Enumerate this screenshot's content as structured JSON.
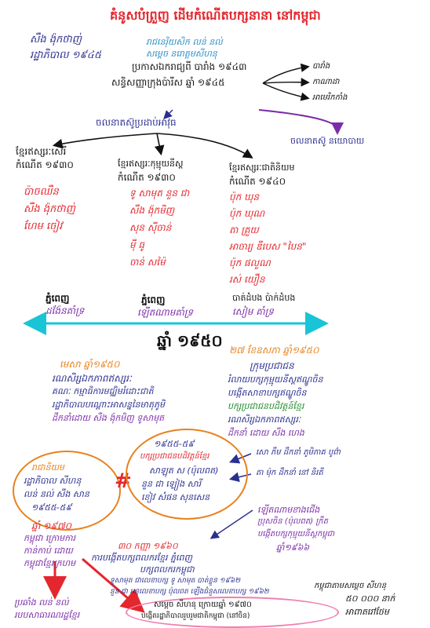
{
  "title": "គំនូសបំព្រួញ ដើមកំណើតបក្សនានា នៅកម្ពុជា",
  "top_left": {
    "line1": "សឺង ង៉ុកថាញ់",
    "line2": "រដ្ឋាភិបាល ១៩៤៥"
  },
  "top_center": {
    "line1": "រាជនេរ៉ិយសិក លន់ នល់",
    "line2": "សម្តេច នរោត្តមសីហនុ",
    "line3": "ប្រកាសឯករាជ្យពី បារាំង ១៩៤៣",
    "line4": "សន្ធិសញ្ញាក្រុងប៉ារីស ឆ្នាំ ១៩៤៥"
  },
  "right_list": [
    "បារាំង",
    "កាណាដា",
    "អាមេរិកកាំង"
  ],
  "movement_label": "ចលនាតស៊ូប្រដាប់អាវុធ",
  "movement_politics": "ចលនាតស៊ូ នយោបាយ",
  "groups": [
    {
      "heading": "ខ្មែរឥស្សរៈសេរី",
      "founded": "កំណើត ១៩៣០",
      "members": [
        "ប៉ាចឈឺន",
        "សឺង ង៉ុកថាញ់",
        "ហែម ចៀវ"
      ]
    },
    {
      "heading": "ខ្មែរឥស្សរៈកុម្មុយនីស្ត",
      "founded": "កំណើត ១៩៣០",
      "members": [
        "ទូ សាមុត នួន ជា",
        "សឺង ង៉ុកមិញ",
        "សុន ស៊ីចាន់",
        "ម៉ី ធូ",
        "ចាន់ សម៉ៃ"
      ]
    },
    {
      "heading": "ខ្មែរឥស្សរៈជាតិនិយម",
      "founded": "កំណើត ១៩៤០",
      "members": [
        "ប៉ុក ឃុន",
        "ប៉ុក ឃុណ",
        "តា គ្រួយ",
        "អាចារ្យ ឌីបេស \"បៃន\"",
        "ប៉ុក ផលួណ",
        "រស់ យឿន"
      ]
    }
  ],
  "bottom_cols": [
    {
      "top": "ភ្នំពេញ",
      "bottom": "ដង៉ែនគាំទ្រ"
    },
    {
      "top": "ភ្នំពេញ",
      "bottom": "ឡើតណាមគាំទ្រ"
    },
    {
      "top": "បាត់ដំបង ប៉ាក់ដំបង",
      "bottom": "សៀម គាំទ្រ"
    }
  ],
  "year_center": "ឆ្នាំ ១៩៥០",
  "left_block": {
    "line1": "មេសា ឆ្នាំ១៩៥០",
    "line2": "រណសិរ្សឯកភាពឥស្សរៈ",
    "line3": "គណៈ កម្មាធិការមជ្ឈិមរំដោះជាតិ",
    "line4": "រដ្ឋាភិបាលបណ្តោះអាសន្ននៃមាតុភូមិ",
    "line5": "ដឹកនាំដោយ សឺង ង៉ុកមិញ ទូសាមុត"
  },
  "right_block": {
    "line1": "២៧ ខែឧសភា ឆ្នាំ១៩៥០",
    "line2": "ក្រុមប្រជាជន",
    "line3": "រំលាយបក្សកុម្មុយនីស្តឥណ្ឌូចិន",
    "line4": "បង្កើតសាខាបក្សឥណ្ឌូចិន",
    "line5": "បក្សប្រជាជនបដិវត្តន៍ខ្មែរ",
    "line6": "រណសិរ្សឯកភាពឥស្សរៈ",
    "line7": "ដឹកនាំ ដោយ សឺង ហេង"
  },
  "left_oval": {
    "line1": "រាជានិយម",
    "line2": "រដ្ឋាភិបាល សីហនុ",
    "line3": "លន់ នល់ សឺង សាន",
    "line4": "១៩៥៥-៥៩"
  },
  "center_oval": {
    "line1": "១៩៥៥-៥៩",
    "line2": "បក្សប្រជាជនបដិវត្តន៍ខ្មែរ",
    "line3": "សាឡុត ស (ប៉ុលពត)",
    "line4": "នួន ជា ឡៀង សារី",
    "line5": "ខៀវ សំផន សុនសេន"
  },
  "hash_mark": "#",
  "center_right": {
    "line1": "សោ ភឹម ដឹកនាំ ភូមិភាគ បូព៌ា",
    "line2": "តា ម៉ុក ដឹកនាំ នៅ និរតី"
  },
  "right_purple": {
    "line1": "ឡើតណាមខាងជើង",
    "line2": "ប្រុសចិន (ប៉ុលពត) ក្រឹត",
    "line3": "បង្កើតបក្សកុម្មុយនីស្តកម្ពុជា",
    "line4": "ឆ្នាំ១៩៦៦"
  },
  "bottom_left": {
    "line1": "ឆ្នាំ ១៩៧០",
    "line2": "កម្ពុជា ក្រោមការ",
    "line3": "កាន់កាប់ ដោយ",
    "line4": "កម្ពុជាខ្មែរក្រហម"
  },
  "bottom_left2": {
    "line1": "ប្រឆាំង លន់ នល់",
    "line2": "របបសាធារណរដ្ឋខ្មែរ"
  },
  "bottom_center": {
    "line1": "៣០ កញ្ញា ១៩៦០",
    "line2": "ការបង្កើតបក្សពលករខ្មែរ ភ្នំពេញ",
    "line3": "បក្សពលករកម្ពុជា",
    "line4": "ទូសាមុត ជាលេខាបក្ស ទូ សាមុត បាត់ខ្លួន ១៩៦២",
    "line5": "នួន ជា អនុលេខាបក្ស ប៉ុលពត ឡើងជំនួសលេខាបក្ស ១៩៦២"
  },
  "bottom_right": {
    "line1": "កម្ពុជាតាមសម្តេច សីហនុ",
    "line2": "៥០ ០០០ នាក់",
    "line3": "អាពាតរៅថែម"
  },
  "bottom_oval": {
    "line1": "សម្តេច សីហនុ ក្រោយឆ្នាំ ១៩៧០",
    "line2": "បង្កើតរដ្ឋាភិបាលរួបរួមជាតិកម្ពុជា (នៅចិន)"
  }
}
